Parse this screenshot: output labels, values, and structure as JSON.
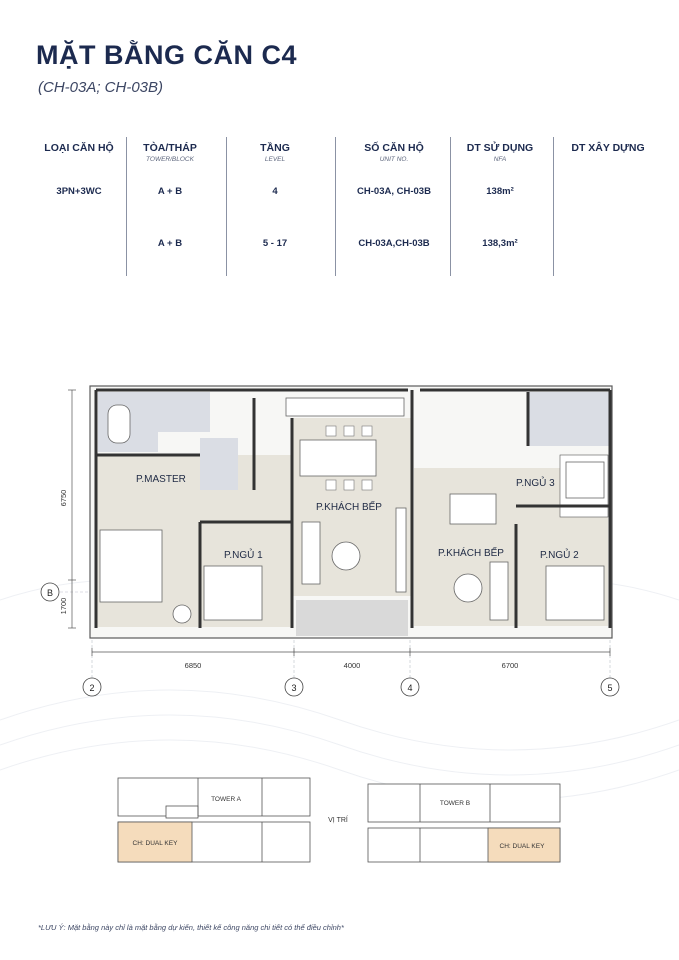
{
  "header": {
    "title": "MẶT BẰNG CĂN C4",
    "subtitle": "(CH-03A; CH-03B)"
  },
  "table": {
    "columns": [
      {
        "label": "LOẠI CĂN HỘ",
        "sub": ""
      },
      {
        "label": "TÒA/THÁP",
        "sub": "TOWER/BLOCK"
      },
      {
        "label": "TẦNG",
        "sub": "LEVEL"
      },
      {
        "label": "SỐ CĂN HỘ",
        "sub": "UNIT NO."
      },
      {
        "label": "DT SỬ DỤNG",
        "sub": "NFA"
      },
      {
        "label": "DT XÂY DỰNG",
        "sub": ""
      }
    ],
    "rows": [
      [
        "3PN+3WC",
        "A + B",
        "4",
        "CH-03A, CH-03B",
        "138m²",
        ""
      ],
      [
        "",
        "A + B",
        "5 - 17",
        "CH-03A,CH-03B",
        "138,3m²",
        ""
      ]
    ]
  },
  "floorplan": {
    "rooms": {
      "master": "P.MASTER",
      "ngu1": "P.NGỦ 1",
      "khach_bep_left": "P.KHÁCH BẾP",
      "khach_bep_right": "P.KHÁCH BẾP",
      "ngu3": "P.NGỦ 3",
      "ngu2": "P.NGỦ 2"
    },
    "dimensions": {
      "left_vertical_top": "6750",
      "left_vertical_bottom": "1700",
      "bottom_1": "6850",
      "bottom_2": "4000",
      "bottom_3": "6700"
    },
    "grid_labels": {
      "row_b": "B",
      "col_2": "2",
      "col_3": "3",
      "col_4": "4",
      "col_5": "5"
    }
  },
  "location": {
    "label": "VỊ TRÍ",
    "tower_a": "TOWER A",
    "tower_b": "TOWER B",
    "dual_key_left": "CH: DUAL KEY",
    "dual_key_right": "CH: DUAL KEY",
    "highlight_color": "#f5dcbc"
  },
  "footer": {
    "note": "*LƯU Ý: Mặt bằng này chỉ là mặt bằng dự kiến, thiết kế công năng chi tiết có thể điều chỉnh*"
  }
}
